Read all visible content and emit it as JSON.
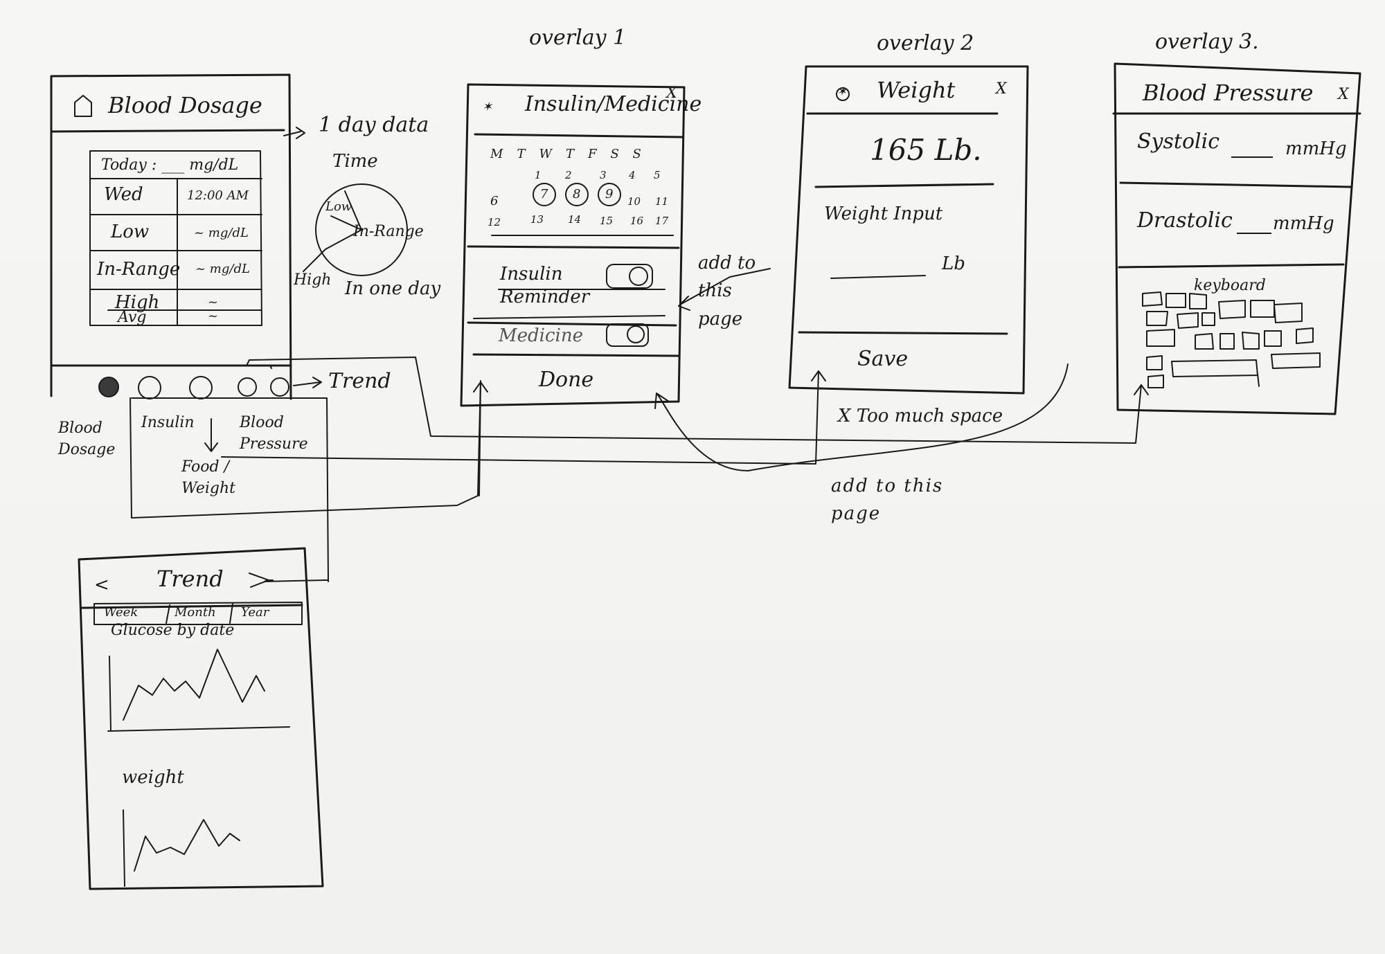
{
  "annotations": {
    "overlay1": "overlay 1",
    "overlay2": "overlay 2",
    "overlay3": "overlay 3.",
    "one_day_data": "1 day data",
    "time": "Time",
    "in_one_day": "In one day",
    "add_to_this_page_1": "add to this page",
    "add_to_this_page_2": "add to this page",
    "too_much_space": "X Too much space"
  },
  "blood_dosage_screen": {
    "title": "Blood Dosage",
    "table": {
      "today": "Today : ___ mg/dL",
      "rows": [
        {
          "label": "Wed",
          "value": "12:00 AM"
        },
        {
          "label": "Low",
          "value": "~ mg/dL"
        },
        {
          "label": "In-Range",
          "value": "~ mg/dL"
        },
        {
          "label": "High",
          "value": "~"
        },
        {
          "label": "Avg",
          "value": "~"
        }
      ]
    },
    "pie": {
      "low": "Low",
      "in_range": "In-Range",
      "high": "High"
    },
    "nav": {
      "trend_label": "Trend",
      "blood_dosage": "Blood Dosage",
      "insulin": "Insulin",
      "food_weight": "Food / Weight",
      "blood_pressure": "Blood Pressure"
    }
  },
  "trend_screen": {
    "back": "<",
    "title": "Trend",
    "tabs": [
      "Week",
      "Month",
      "Year"
    ],
    "glucose_label": "Glucose by date",
    "weight_label": "weight"
  },
  "insulin_overlay": {
    "title": "Insulin/Medicine",
    "close": "X",
    "calendar": {
      "days": [
        "M",
        "T",
        "W",
        "T",
        "F",
        "S",
        "S"
      ],
      "week1": [
        "",
        "1",
        "2",
        "3",
        "4",
        "5"
      ],
      "week2": [
        "6",
        "7",
        "8",
        "9",
        "10",
        "11"
      ],
      "week3": [
        "12",
        "13",
        "14",
        "15",
        "16",
        "17"
      ]
    },
    "insulin_reminder": "Insulin Reminder",
    "medicine": "Medicine",
    "done": "Done"
  },
  "weight_overlay": {
    "title": "Weight",
    "close": "X",
    "value": "165 Lb.",
    "input_label": "Weight Input",
    "input_unit": "Lb",
    "save": "Save"
  },
  "bp_overlay": {
    "title": "Blood Pressure",
    "close": "X",
    "systolic": "Systolic",
    "systolic_unit": "mmHg",
    "diastolic": "Drastolic",
    "diastolic_unit": "mmHg",
    "keyboard": "keyboard"
  }
}
